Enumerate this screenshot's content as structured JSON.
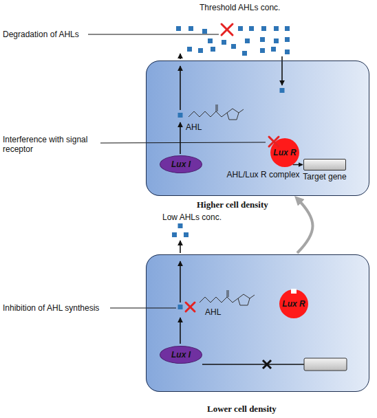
{
  "diagram": {
    "nodes": [
      {
        "text": [
          "Higher cell density"
        ]
      },
      {
        "text": [
          "Lux I"
        ],
        "in": 0
      },
      {
        "text": [
          "Lux R"
        ],
        "in": 0
      },
      {
        "text": [
          "Target gene"
        ],
        "in": 0
      },
      {
        "text": [
          "Lower cell density"
        ]
      },
      {
        "text": [
          "Lux I"
        ],
        "in": 4
      },
      {
        "text": [
          "Lux R"
        ],
        "in": 4
      }
    ],
    "edges": [
      {
        "from": 2,
        "to": 3,
        "arrow": "to",
        "label": "AHL/Lux R complex"
      },
      {
        "from": 4,
        "to": 0,
        "arrow": "to"
      }
    ],
    "labels": [
      "Threshold AHLs conc.",
      "Degradation of AHLs",
      "Interference with signal receptor",
      "AHL",
      "Low AHLs conc.",
      "Inhibition of AHL synthesis",
      "AHL"
    ]
  }
}
